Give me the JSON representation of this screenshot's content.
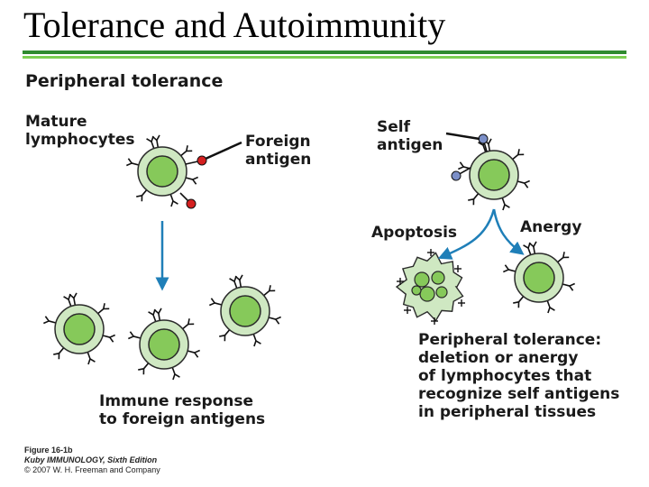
{
  "slide": {
    "title": "Tolerance and Autoimmunity"
  },
  "diagram": {
    "section_title": "Peripheral tolerance",
    "labels": {
      "mature_lymphocytes": "Mature\nlymphocytes",
      "foreign_antigen": "Foreign\nantigen",
      "immune_response": "Immune response\nto foreign antigens",
      "self_antigen": "Self\nantigen",
      "apoptosis": "Apoptosis",
      "anergy": "Anergy",
      "peripheral_tolerance_desc": "Peripheral tolerance:\ndeletion or anergy\nof lymphocytes that\nrecognize self antigens\nin peripheral tissues"
    }
  },
  "caption": {
    "figure": "Figure 16-1b",
    "book": "Kuby IMMUNOLOGY, Sixth Edition",
    "copyright": "© 2007 W. H. Freeman and Company"
  },
  "colors": {
    "title_rule_dark": "#2f8a2f",
    "title_rule_light": "#7ccf52",
    "cell_outer": "#cfe8c2",
    "cell_nucleus": "#86c95a",
    "arrow": "#1f7fb8",
    "foreign_antigen": "#d42020",
    "self_antigen": "#7b8fc8"
  }
}
